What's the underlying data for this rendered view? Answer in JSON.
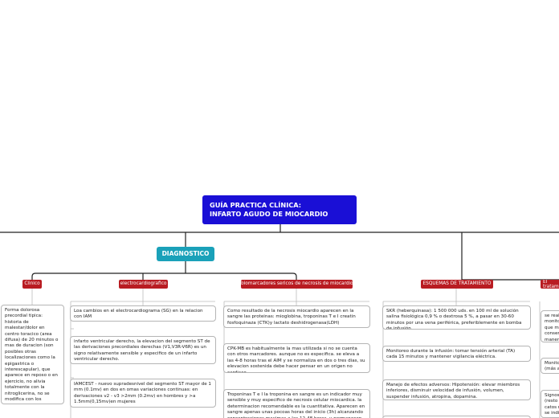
{
  "root": {
    "title_line1": "GUÍA PRACTICA CLÍNICA:",
    "title_line2": "INFARTO AGUDO DE MIOCARDIO"
  },
  "topic": {
    "label": "DIAGNOSTICO"
  },
  "subtopics": {
    "clinico": "Clinico",
    "electro": "electrocardiografico",
    "biomarcadores": "biomarcadores sericos de necrosis de miocardio",
    "esquemas": "ESQUEMAS DE TRATAMIENTO",
    "tratamiento": "El tratamiento Corona"
  },
  "clinico_text": "Forma dolorosa precordial tipica: historia de malestar/dolor en centro toracico (area difusa) de 20 minutos o mas de duracion (son posibles otras localizaciones como la epigastrica o interescapular), que aparece en reposo o en ejercicio, no alivia totalmente con la nitroglicerina, no se modifica con los movimientos musculares, respiratorio ni con la postura.",
  "electro_texts": [
    "Loa cambios en el electrocardiograma (SG) en la relacion con IAM",
    "infarto ventricular derecho, la elevacion del segmento ST de las derivaciones precordiales derechas (V1,V3R-V6R) es un signo relativamente sensible y especifico de un infarto ventricular derecho.",
    "IAMCEST - nuevo supradesnivel del segmento ST mayor de 1 mm (0.1mv) en dos en omas variaciones continuas: en derivaciones v2 - v3 >2mm (0.2mv) en hombres y >a 1.5mm(0,15mv)en mujeres"
  ],
  "bio_texts": [
    "Como resultado de la necrosis miocardio aparecen en la sangre las proteinas: mioglobina, troponinas T e I creatin fosfoquinaza (CTK)y lactato deshidrogenasa(LDH)",
    "CPK-MB es habitualmente la mas utilizada si no se cuenta con otros marcadores. aunque no es especifica. se eleva a las 4-8 horas tras el AIM y se normaliza en dos o tres dias, su elevacion sostenida debe hacer pensar en un origen no cardiaco.",
    "Troponinas T e I la troponina en sangre es un indicador muy sensible y muy especifico de necrosis celular miocardica. la determinacion recomendable es la cuantitativa. Aparecen en sangre apenas unas pocoas horas del inicio (3h) alcanzando concentraciones maximas a las 12-48 horas, y permanecen"
  ],
  "esquemas_texts": [
    "SKR (heberquinasa): 1 500 000 uds. en 100 ml de solución salina fisiológica 0,9 % o dextrosa 5 %, a pasar en 30-60 minutos por una vena periférica, preferiblemente en bomba de infusión.",
    "Monitoreo durante la infusión: tomar tensión arterial (TA) cada 15 minutos y mantener vigilancia eléctrica.",
    "Manejo de efectos adversos: Hipotensión: elevar miembros inferiores, disminuir velocidad de infusión, volumen, suspender infusión, atropina, dopamina."
  ],
  "tratamiento_texts": [
    "se realiz monitoreo que mc conserv manera",
    "Monito (más a",
    "Signos (resto catos r se indi"
  ]
}
